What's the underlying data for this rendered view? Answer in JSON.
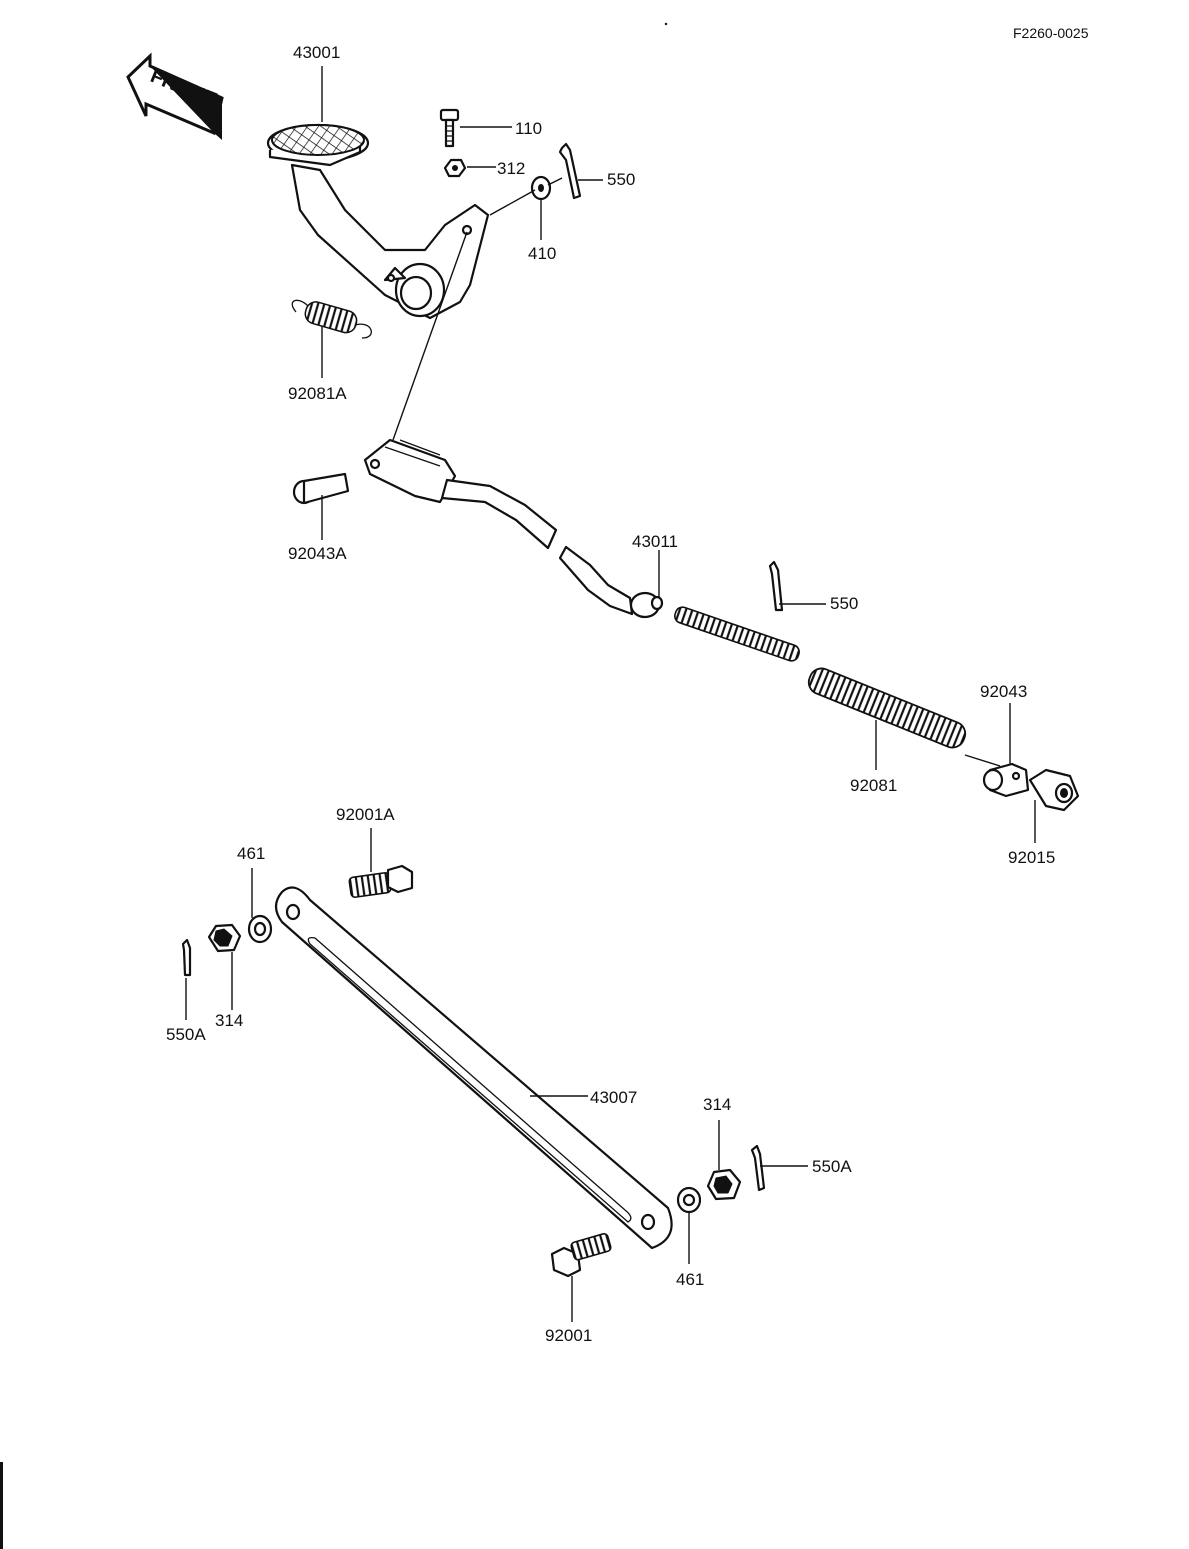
{
  "drawing_code": "F2260-0025",
  "front_arrow_text": "FRONT",
  "labels": {
    "l43001": "43001",
    "l110": "110",
    "l312": "312",
    "l550_top": "550",
    "l410": "410",
    "l92081A": "92081A",
    "l92043A": "92043A",
    "l43011": "43011",
    "l550_mid": "550",
    "l92043": "92043",
    "l92081": "92081",
    "l92015": "92015",
    "l92001A": "92001A",
    "l461_left": "461",
    "l314_left": "314",
    "l550A_left": "550A",
    "l43007": "43007",
    "l314_right": "314",
    "l550A_right": "550A",
    "l461_right": "461",
    "l92001": "92001"
  }
}
